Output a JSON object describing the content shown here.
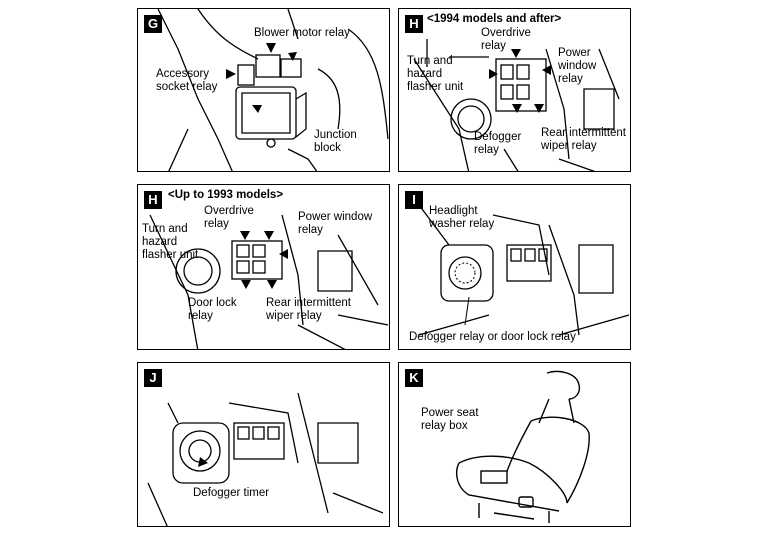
{
  "panels": {
    "G": {
      "badge": "G",
      "blower": "Blower motor relay",
      "accessory": "Accessory\nsocket relay",
      "junction": "Junction\nblock"
    },
    "H94": {
      "badge": "H",
      "header": "<1994 models and after>",
      "overdrive": "Overdrive\nrelay",
      "power": "Power window\nrelay",
      "turn": "Turn and\nhazard\nflasher unit",
      "defogger": "Defogger\nrelay",
      "rear": "Rear intermittent\nwiper relay"
    },
    "H93": {
      "badge": "H",
      "header": "<Up to 1993 models>",
      "overdrive": "Overdrive\nrelay",
      "power": "Power window\nrelay",
      "turn": "Turn and\nhazard\nflasher unit",
      "door": "Door  lock\nrelay",
      "rear": "Rear intermittent\nwiper relay"
    },
    "I": {
      "badge": "I",
      "headlight": "Headlight\nwasher relay",
      "defogger": "Defogger relay or door lock relay"
    },
    "J": {
      "badge": "J",
      "timer": "Defogger timer"
    },
    "K": {
      "badge": "K",
      "seat": "Power seat\nrelay box"
    }
  }
}
